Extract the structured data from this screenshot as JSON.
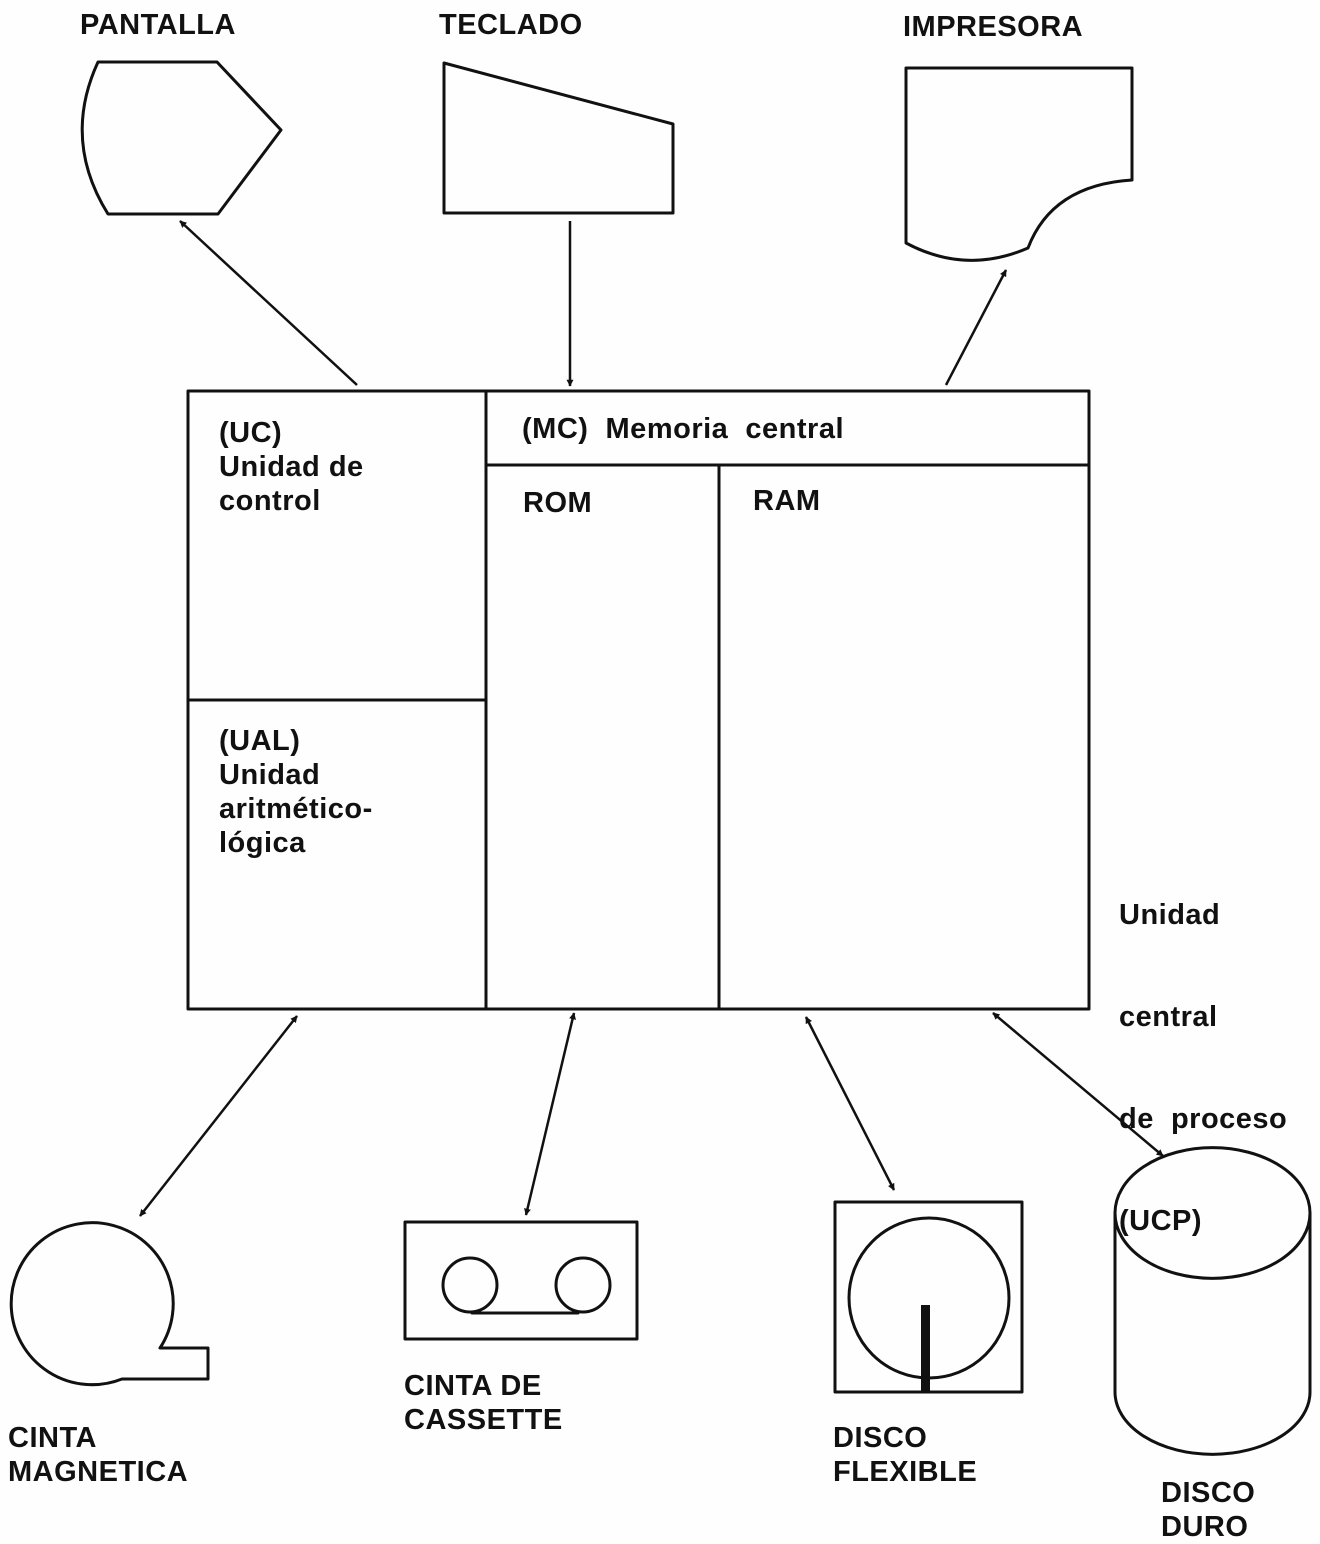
{
  "devices": {
    "pantalla": "PANTALLA",
    "teclado": "TECLADO",
    "impresora": "IMPRESORA",
    "cinta_magnetica": [
      "CINTA",
      "MAGNETICA"
    ],
    "cinta_cassette": [
      "CINTA DE",
      "CASSETTE"
    ],
    "disco_flexible": [
      "DISCO",
      "FLEXIBLE"
    ],
    "disco_duro": [
      "DISCO",
      "DURO"
    ]
  },
  "ucp": {
    "uc": [
      "(UC)",
      "Unidad de",
      "control"
    ],
    "ual": [
      "(UAL)",
      "Unidad",
      "aritmético-",
      "lógica"
    ],
    "mc_title": "(MC)  Memoria  central",
    "rom": "ROM",
    "ram": "RAM",
    "label": [
      "Unidad",
      "central",
      "de  proceso",
      "(UCP)"
    ]
  }
}
